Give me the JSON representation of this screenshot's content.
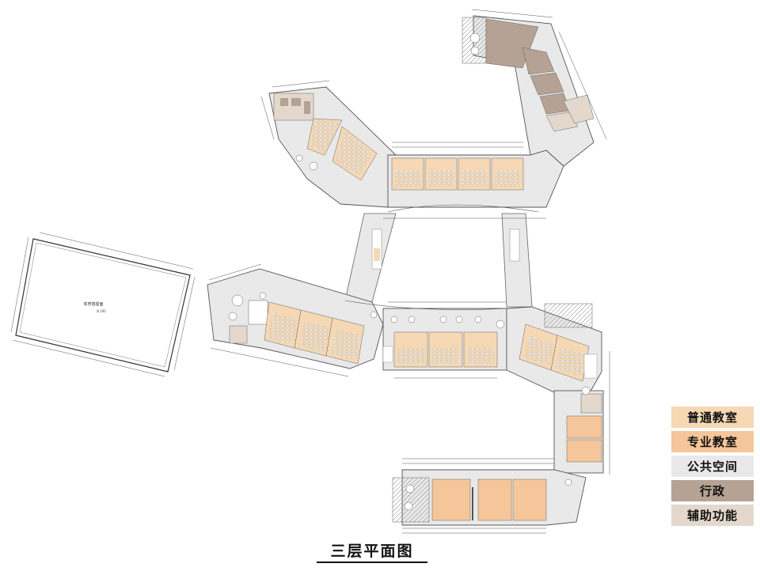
{
  "title": "三层平面图",
  "legend": [
    {
      "label": "普通教室",
      "color": "#f6d8b4"
    },
    {
      "label": "专业教室",
      "color": "#f5c69a"
    },
    {
      "label": "公共空间",
      "color": "#e9e9e9"
    },
    {
      "label": "行政",
      "color": "#b5a294"
    },
    {
      "label": "辅助功能",
      "color": "#e4d8cc"
    }
  ],
  "gym": {
    "label": "体育馆屋面",
    "level": "8.100"
  }
}
